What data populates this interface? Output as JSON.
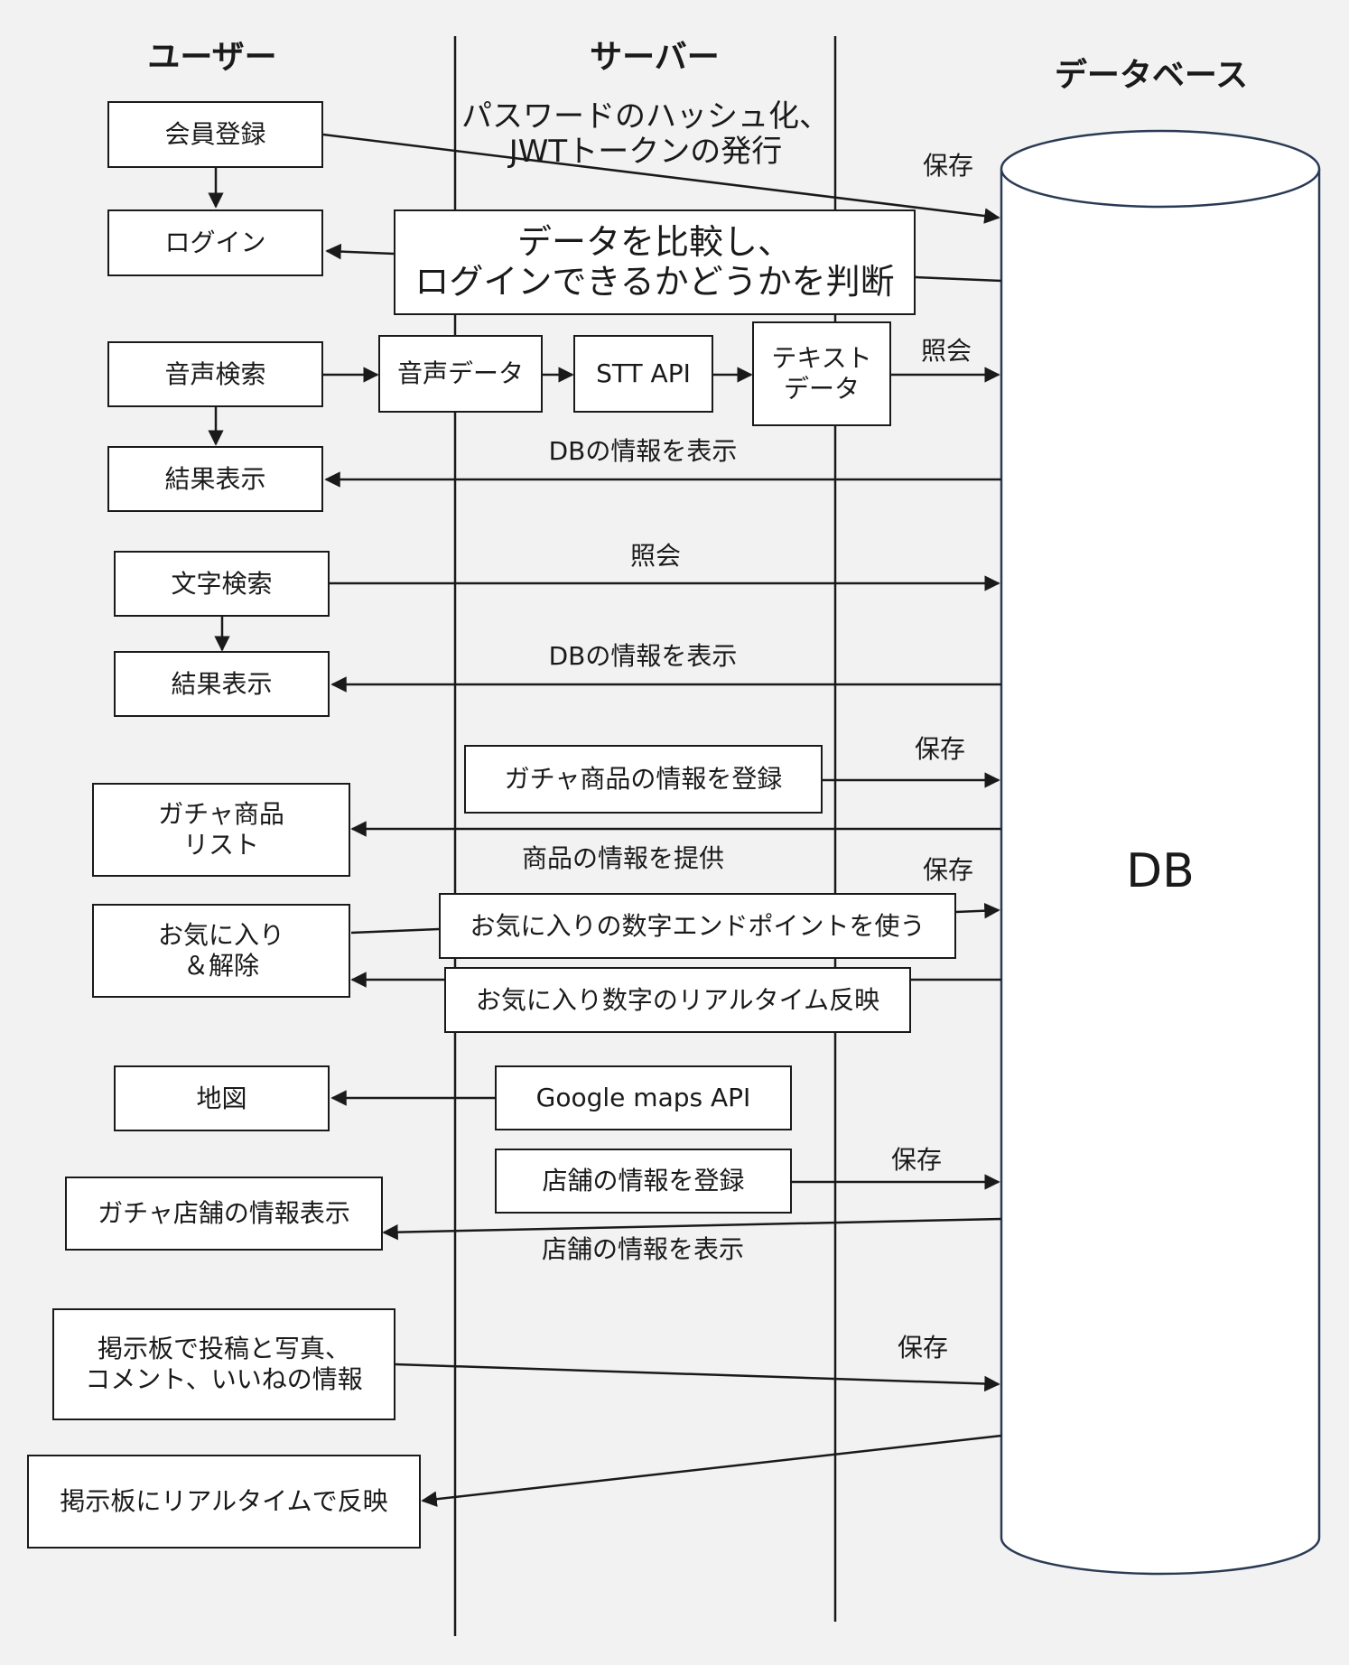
{
  "lanes": {
    "user": "ユーザー",
    "server": "サーバー",
    "database": "データベース"
  },
  "db_label": "DB",
  "boxes": {
    "signup": "会員登録",
    "login": "ログイン",
    "voice_search": "音声検索",
    "voice_result": "結果表示",
    "text_search": "文字検索",
    "text_result": "結果表示",
    "gacha_list": "ガチャ商品\nリスト",
    "favorite": "お気に入り\n＆解除",
    "map": "地図",
    "gacha_shop_display": "ガチャ店舗の情報表示",
    "board_post": "掲示板で投稿と写真、\nコメント、いいねの情報",
    "board_realtime": "掲示板にリアルタイムで反映",
    "compare_login": "データを比較し、\nログインできるかどうかを判断",
    "voice_data": "音声データ",
    "stt_api": "STT API",
    "text_data": "テキスト\nデータ",
    "register_gacha": "ガチャ商品の情報を登録",
    "favorite_endpoint": "お気に入りの数字エンドポイントを使う",
    "favorite_realtime": "お気に入り数字のリアルタイム反映",
    "google_maps_api": "Google maps API",
    "register_shop": "店舗の情報を登録"
  },
  "labels": {
    "hash_jwt": "パスワードのハッシュ化、\nJWTトークンの発行",
    "save_signup": "保存",
    "query_voice": "照会",
    "show_db_voice": "DBの情報を表示",
    "query_text": "照会",
    "show_db_text": "DBの情報を表示",
    "save_gacha": "保存",
    "provide_product": "商品の情報を提供",
    "save_favorite": "保存",
    "save_shop": "保存",
    "show_shop": "店舗の情報を表示",
    "save_board": "保存"
  },
  "colors": {
    "background": "#f2f2f2",
    "line": "#1a1a1a",
    "db_stroke": "#2b3a55",
    "box_fill": "#ffffff"
  }
}
